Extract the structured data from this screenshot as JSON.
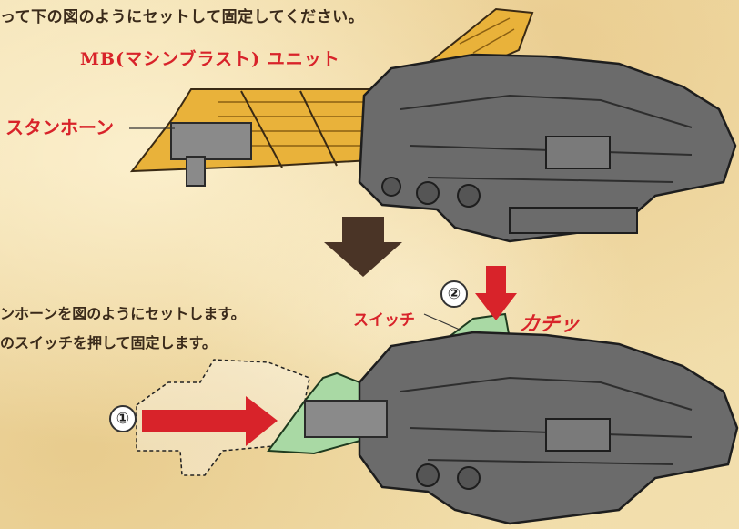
{
  "instructions": {
    "intro": "って下の図のようにセットして固定してください。",
    "step1": "ンホーンを図のようにセットします。",
    "step2": "のスイッチを押して固定します。"
  },
  "labels": {
    "mb_unit": "MB(マシンブラスト) ユニット",
    "stun_horn": "スタンホーン",
    "switch": "スイッチ",
    "kachi": "カチッ"
  },
  "step_numbers": {
    "one": "①",
    "two": "②"
  },
  "colors": {
    "label_red": "#d8232a",
    "gun_gray": "#6b6b6b",
    "mb_yellow": "#e9b23a",
    "horn_green": "#a9d9a4",
    "arrow_brown": "#4a3426"
  }
}
